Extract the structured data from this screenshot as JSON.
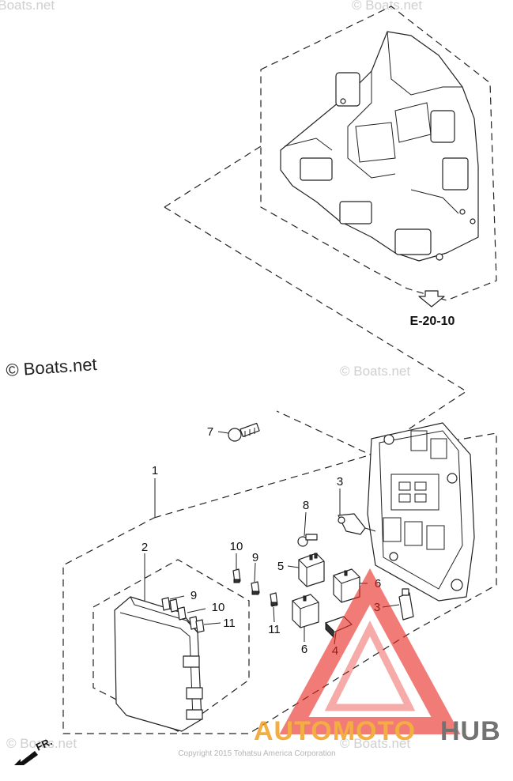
{
  "reference": {
    "label": "E-20-10"
  },
  "watermarks": {
    "main": "© Boats.net",
    "faint": "© Boats.net"
  },
  "copyright": "Copyright 2015 Tohatsu America Corporation",
  "direction_indicator": {
    "label": "FR."
  },
  "brand_watermark": {
    "part1": "AUTOMOTO",
    "part2": "HUB"
  },
  "callouts": {
    "c1": "1",
    "c2": "2",
    "c3a": "3",
    "c3b": "3",
    "c4": "4",
    "c5": "5",
    "c6a": "6",
    "c6b": "6",
    "c7": "7",
    "c8": "8",
    "c9a": "9",
    "c9b": "9",
    "c10a": "10",
    "c10b": "10",
    "c11a": "11",
    "c11b": "11"
  },
  "colors": {
    "brand_red": "#e8231d",
    "brand_orange": "#f0a020",
    "brand_grey": "#5a5a5a"
  }
}
